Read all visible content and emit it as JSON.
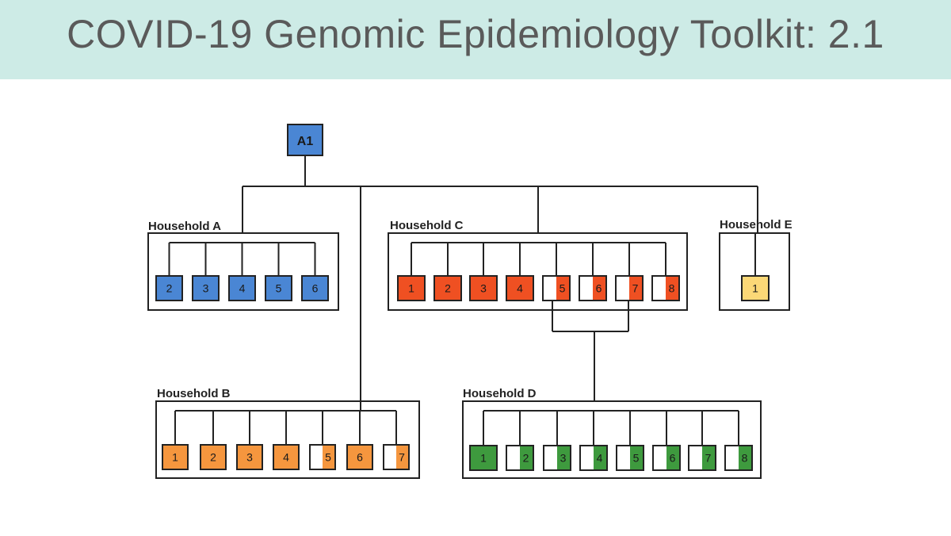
{
  "title": "COVID-19 Genomic Epidemiology Toolkit: 2.1",
  "colors": {
    "title_bg": "#cdebe6",
    "title_text": "#5a5a5a",
    "line": "#222222",
    "blue": "#4a86d4",
    "red": "#ef5022",
    "orange": "#f5963e",
    "green": "#3e9a3e",
    "yellow": "#fbd877",
    "empty": "#ffffff"
  },
  "diagram": {
    "root": {
      "label": "A1",
      "color": "blue"
    },
    "households": [
      {
        "id": "A",
        "label": "Household A",
        "source": "root",
        "members": [
          {
            "label": "2",
            "fill": "full",
            "color": "blue"
          },
          {
            "label": "3",
            "fill": "full",
            "color": "blue"
          },
          {
            "label": "4",
            "fill": "full",
            "color": "blue"
          },
          {
            "label": "5",
            "fill": "full",
            "color": "blue"
          },
          {
            "label": "6",
            "fill": "full",
            "color": "blue"
          }
        ]
      },
      {
        "id": "B",
        "label": "Household B",
        "source": "root",
        "members": [
          {
            "label": "1",
            "fill": "full",
            "color": "orange"
          },
          {
            "label": "2",
            "fill": "full",
            "color": "orange"
          },
          {
            "label": "3",
            "fill": "full",
            "color": "orange"
          },
          {
            "label": "4",
            "fill": "full",
            "color": "orange"
          },
          {
            "label": "5",
            "fill": "half",
            "color": "orange"
          },
          {
            "label": "6",
            "fill": "full",
            "color": "orange"
          },
          {
            "label": "7",
            "fill": "half",
            "color": "orange"
          }
        ]
      },
      {
        "id": "C",
        "label": "Household C",
        "source": "root",
        "members": [
          {
            "label": "1",
            "fill": "full",
            "color": "red"
          },
          {
            "label": "2",
            "fill": "full",
            "color": "red"
          },
          {
            "label": "3",
            "fill": "full",
            "color": "red"
          },
          {
            "label": "4",
            "fill": "full",
            "color": "red"
          },
          {
            "label": "5",
            "fill": "half",
            "color": "red"
          },
          {
            "label": "6",
            "fill": "half",
            "color": "red"
          },
          {
            "label": "7",
            "fill": "half",
            "color": "red"
          },
          {
            "label": "8",
            "fill": "half",
            "color": "red"
          }
        ]
      },
      {
        "id": "D",
        "label": "Household D",
        "source": "Household C members 5 and 7",
        "members": [
          {
            "label": "1",
            "fill": "full",
            "color": "green"
          },
          {
            "label": "2",
            "fill": "half",
            "color": "green"
          },
          {
            "label": "3",
            "fill": "half",
            "color": "green"
          },
          {
            "label": "4",
            "fill": "half",
            "color": "green"
          },
          {
            "label": "5",
            "fill": "half",
            "color": "green"
          },
          {
            "label": "6",
            "fill": "half",
            "color": "green"
          },
          {
            "label": "7",
            "fill": "half",
            "color": "green"
          },
          {
            "label": "8",
            "fill": "half",
            "color": "green"
          }
        ]
      },
      {
        "id": "E",
        "label": "Household E",
        "source": "root",
        "members": [
          {
            "label": "1",
            "fill": "full",
            "color": "yellow"
          }
        ]
      }
    ]
  }
}
